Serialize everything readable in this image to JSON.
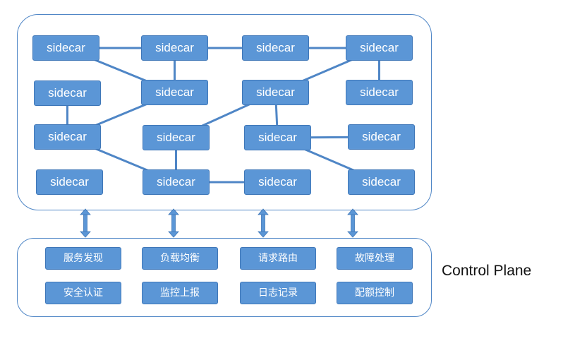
{
  "mesh": {
    "node_label": "sidecar",
    "node_count": 16
  },
  "control_plane": {
    "label": "Control Plane",
    "functions": [
      "服务发现",
      "负载均衡",
      "请求路由",
      "故障处理",
      "安全认证",
      "监控上报",
      "日志记录",
      "配额控制"
    ]
  },
  "colors": {
    "node_fill": "#5b96d6",
    "node_border": "#3f77b8",
    "line": "#4f86c6",
    "frame_border": "#4f86c6"
  }
}
